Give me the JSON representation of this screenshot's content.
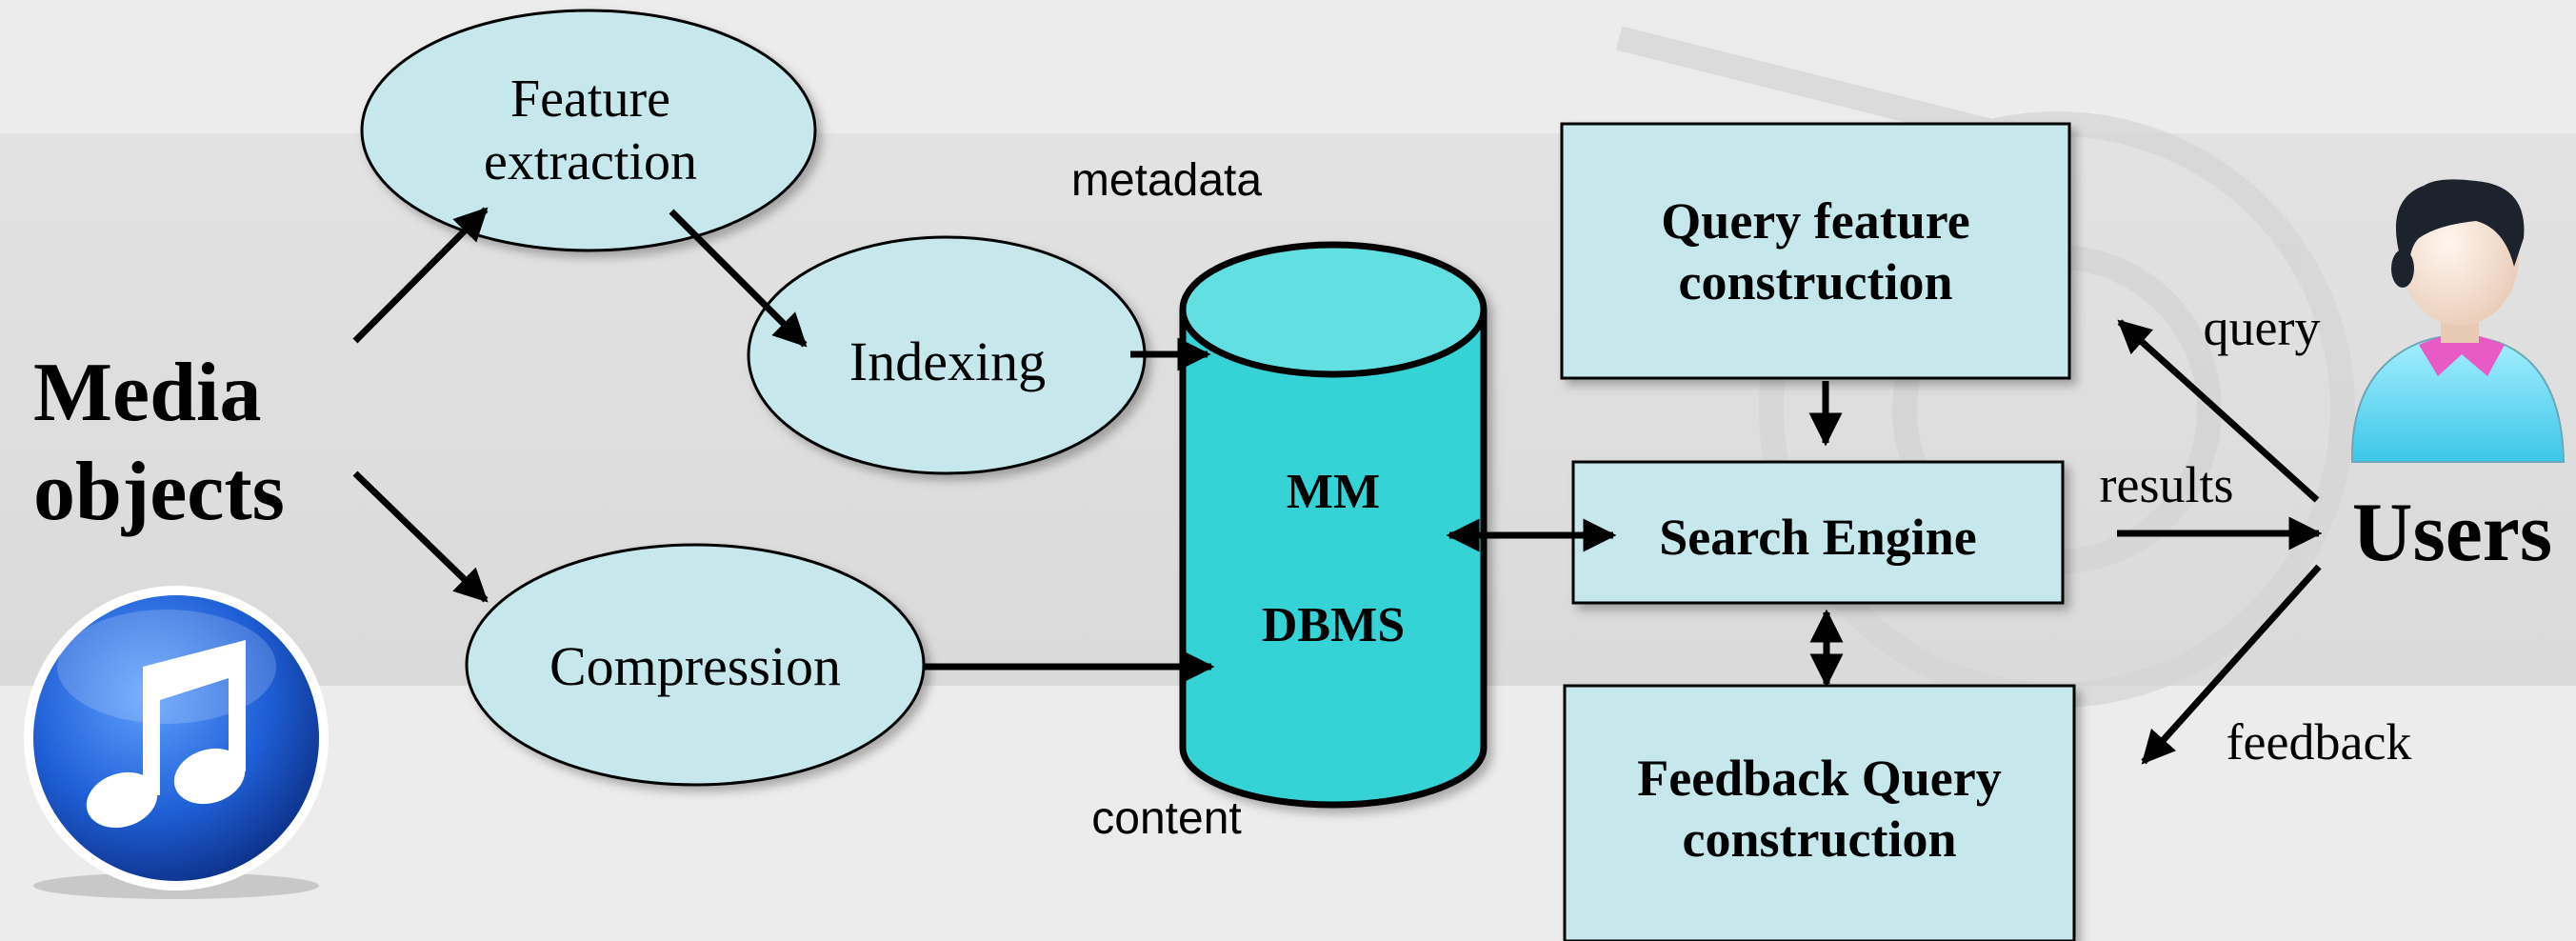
{
  "media_objects_label": "Media\nobjects",
  "users_label": "Users",
  "nodes": {
    "feature_extraction": "Feature\nextraction",
    "indexing": "Indexing",
    "compression": "Compression",
    "mm_dbms_top": "MM",
    "mm_dbms_bottom": "DBMS",
    "query_feature_construction": "Query feature\nconstruction",
    "search_engine": "Search Engine",
    "feedback_query_construction": "Feedback Query\nconstruction"
  },
  "edge_labels": {
    "metadata": "metadata",
    "content": "content",
    "query": "query",
    "results": "results",
    "feedback": "feedback"
  },
  "icons": {
    "music": "music-note-icon",
    "user": "user-avatar-icon"
  },
  "colors": {
    "node_fill": "#c6e8ec",
    "cylinder_fill": "#36d3d6",
    "cylinder_top": "#62dfe0",
    "stroke": "#000000",
    "music_blue": "#1f5fd6"
  }
}
